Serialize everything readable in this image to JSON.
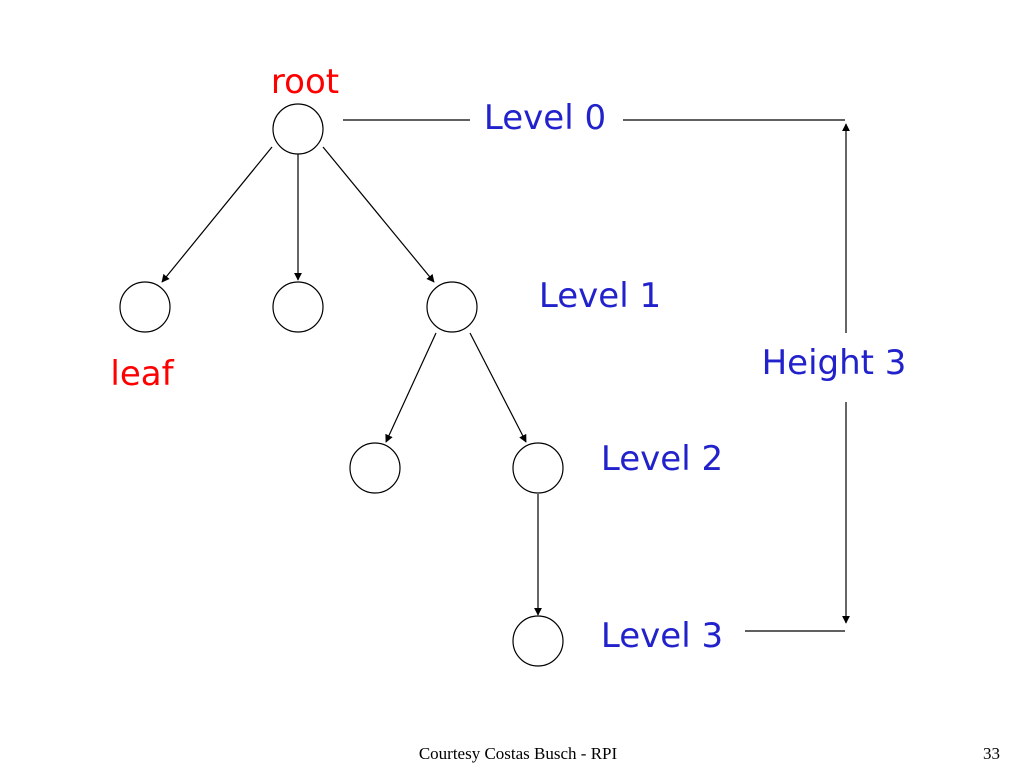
{
  "diagram": {
    "root_label": "root",
    "leaf_label": "leaf",
    "levels": [
      "Level 0",
      "Level 1",
      "Level 2",
      "Level 3"
    ],
    "height_label": "Height 3"
  },
  "footer": {
    "credit": "Courtesy Costas Busch - RPI",
    "page_number": "33"
  },
  "colors": {
    "label_red": "#ff0000",
    "label_blue": "#2222cc"
  }
}
